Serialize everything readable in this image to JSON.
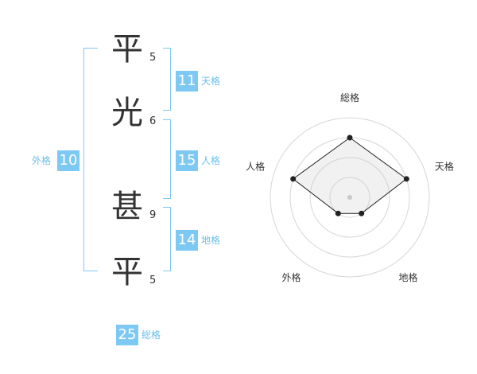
{
  "name": {
    "chars": [
      {
        "char": "平",
        "strokes": "5"
      },
      {
        "char": "光",
        "strokes": "6"
      },
      {
        "char": "甚",
        "strokes": "9"
      },
      {
        "char": "平",
        "strokes": "5"
      }
    ]
  },
  "grades": {
    "tenkaku": {
      "value": "11",
      "label": "天格"
    },
    "jinkaku": {
      "value": "15",
      "label": "人格"
    },
    "chikaku": {
      "value": "14",
      "label": "地格"
    },
    "gaikaku": {
      "value": "10",
      "label": "外格"
    },
    "soukaku": {
      "value": "25",
      "label": "総格"
    }
  },
  "colors": {
    "accent": "#7ec8f4",
    "label": "#6bbfe8",
    "text": "#333333"
  },
  "chart_data": {
    "type": "radar",
    "axes": [
      "総格",
      "天格",
      "地格",
      "外格",
      "人格"
    ],
    "values": [
      3,
      3,
      1,
      1,
      3
    ],
    "scale_max": 4,
    "rings": 4
  }
}
